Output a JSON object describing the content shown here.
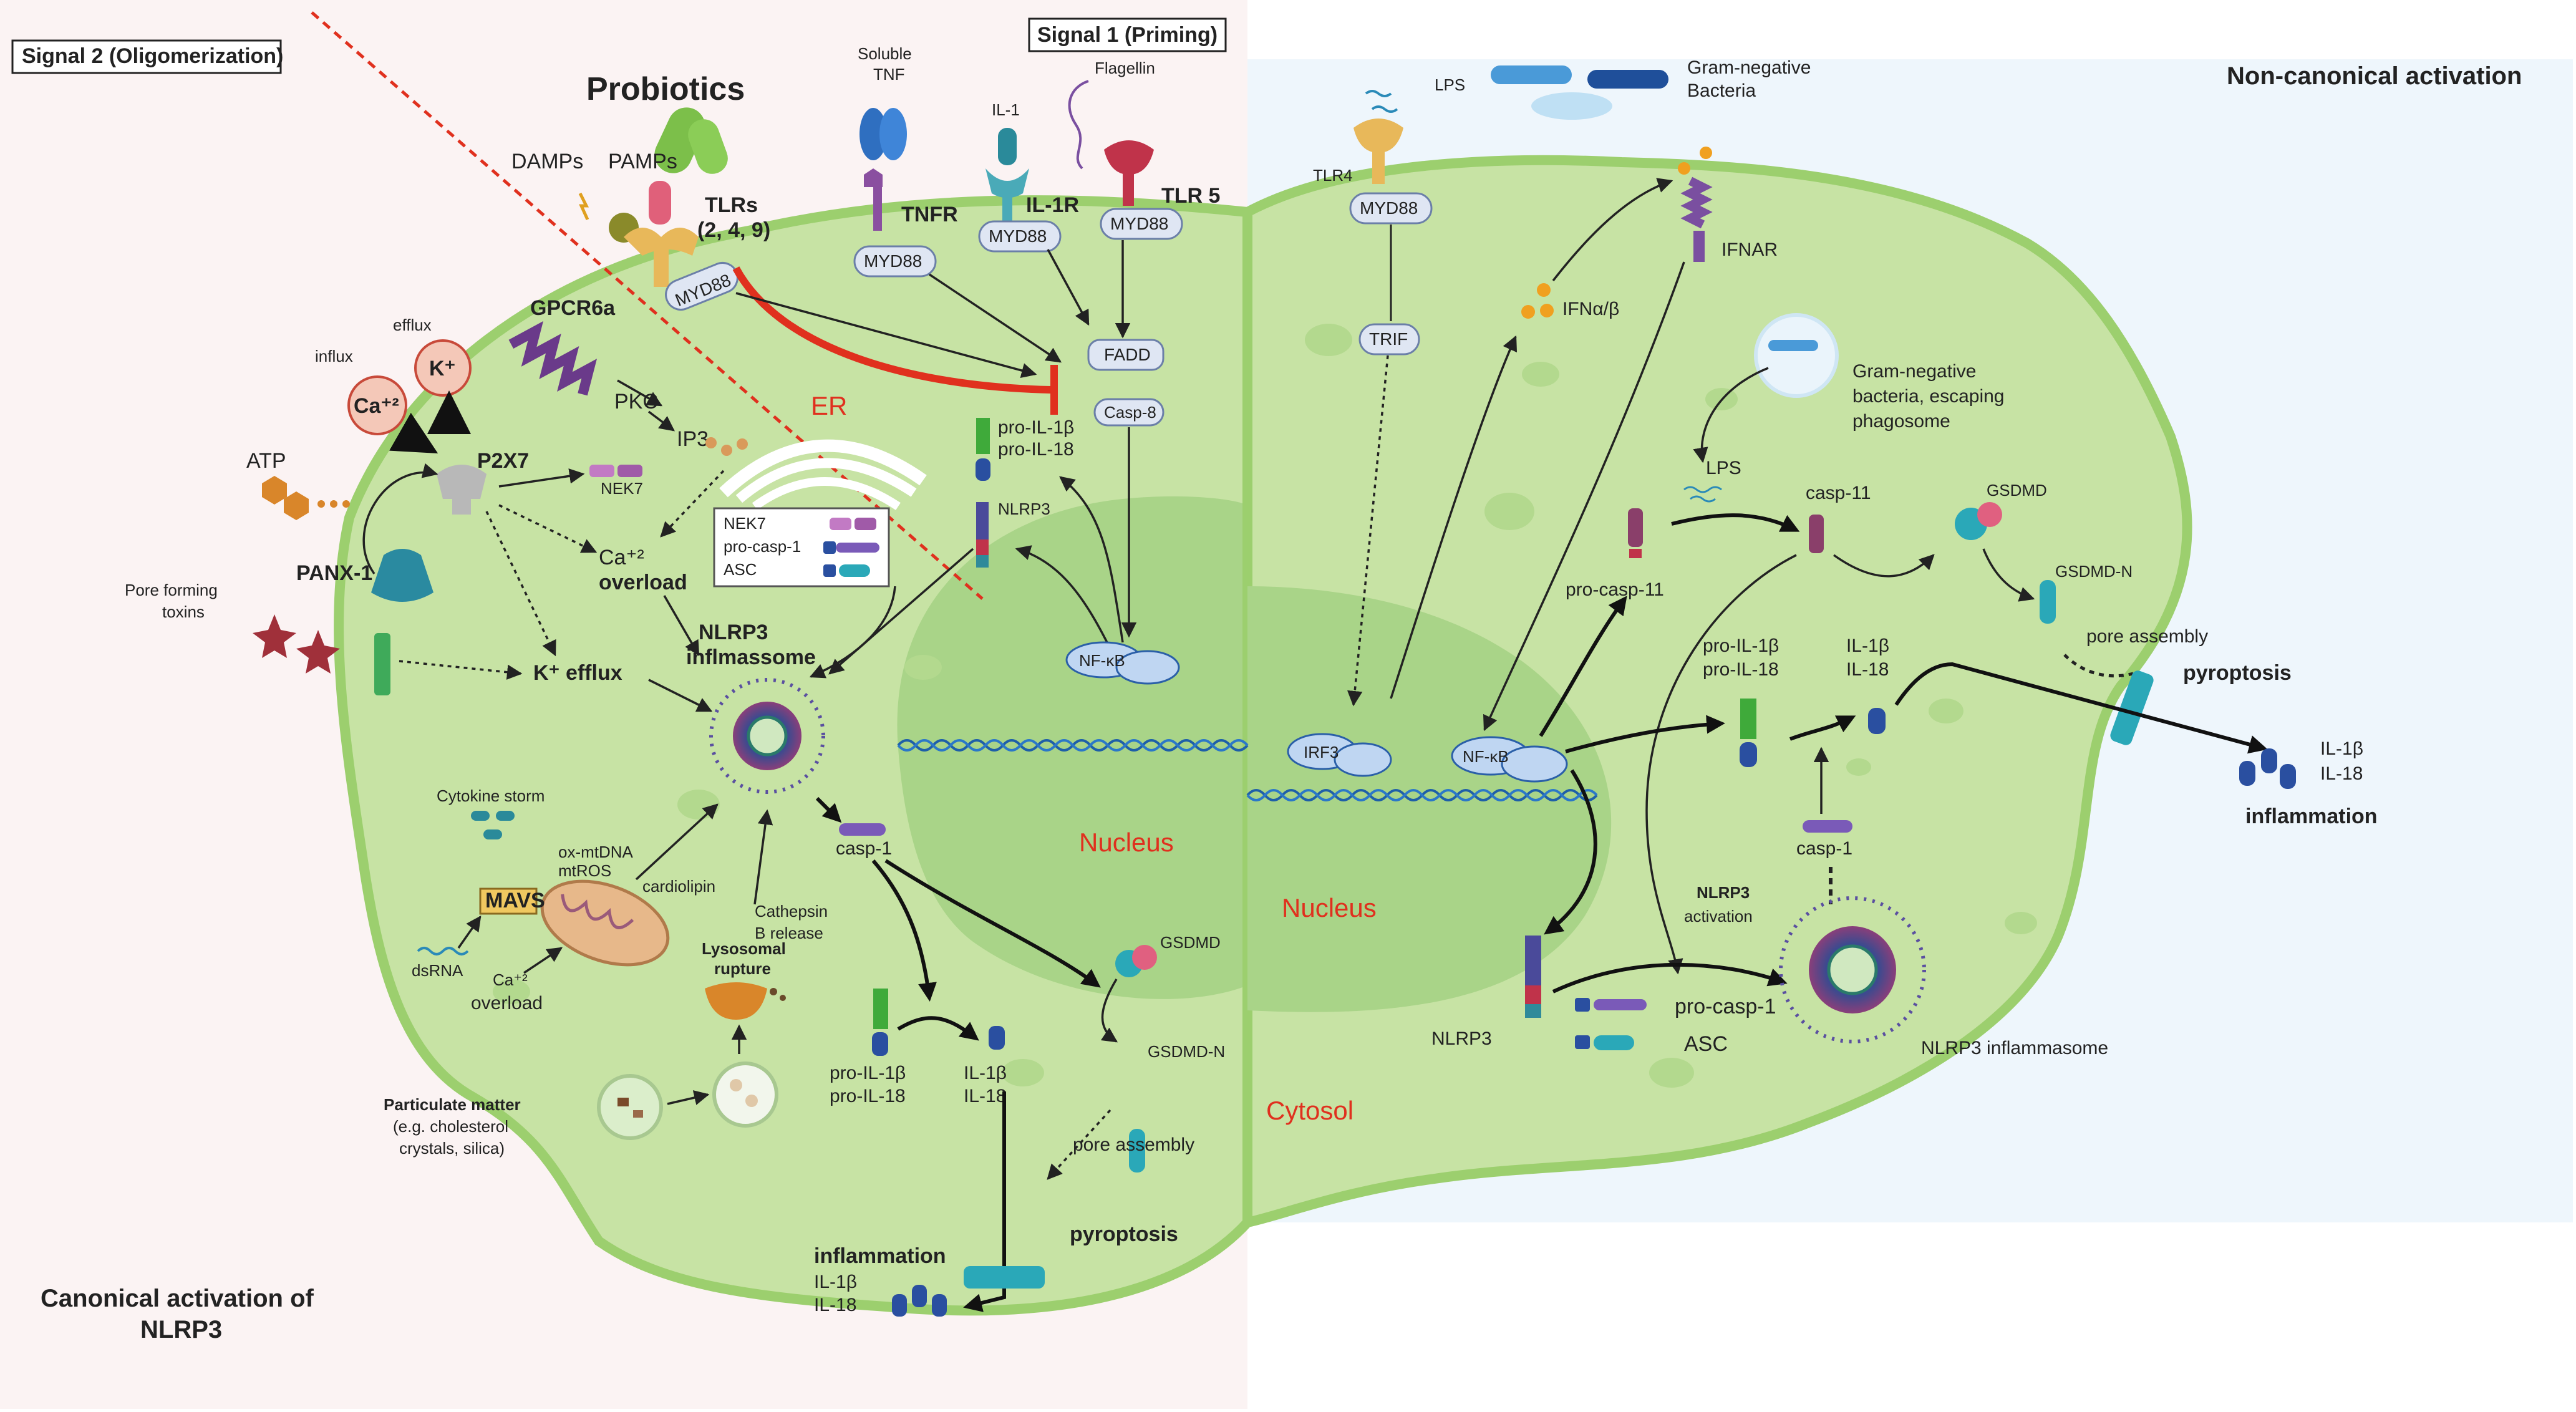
{
  "left_panel": {
    "signal2_box": "Signal 2 (Oligomerization)",
    "signal1_box": "Signal 1 (Priming)",
    "probiotics": "Probiotics",
    "damps": "DAMPs",
    "pamps": "PAMPs",
    "tlrs": "TLRs",
    "tlrs_sub": "(2, 4, 9)",
    "soluble": "Soluble",
    "tnf": "TNF",
    "il1": "IL-1",
    "flagellin": "Flagellin",
    "tnfr": "TNFR",
    "il1r": "IL-1R",
    "tlr5": "TLR 5",
    "myd88": "MYD88",
    "fadd": "FADD",
    "casp8": "Casp-8",
    "gpcr6a": "GPCR6a",
    "efflux": "efflux",
    "influx": "influx",
    "k_ion": "K⁺",
    "ca_ion": "Ca⁺²",
    "pkc": "PKC",
    "ip3": "IP3",
    "er": "ER",
    "atp": "ATP",
    "p2x7": "P2X7",
    "nek7": "NEK7",
    "panx1": "PANX-1",
    "pore_toxins_1": "Pore forming",
    "pore_toxins_2": "toxins",
    "ca_overload_1": "Ca⁺²",
    "ca_overload_2": "overload",
    "k_efflux": "K⁺ efflux",
    "er_box_nek7": "NEK7",
    "er_box_procasp1": "pro-casp-1",
    "er_box_asc": "ASC",
    "pro_il1b": "pro-IL-1β",
    "pro_il18": "pro-IL-18",
    "nlrp3": "NLRP3",
    "inflammasome_1": "NLRP3",
    "inflammasome_2": "inflmassome",
    "nfkb": "NF-κB",
    "nucleus": "Nucleus",
    "cytokine_storm": "Cytokine storm",
    "ox_mtdna": "ox-mtDNA",
    "mtros": "mtROS",
    "cardiolipin": "cardiolipin",
    "mavs": "MAVS",
    "dsrna": "dsRNA",
    "ca_overload_m1": "Ca⁺²",
    "ca_overload_m2": "overload",
    "cathepsin_1": "Cathepsin",
    "cathepsin_2": "B release",
    "lysosomal_1": "Lysosomal",
    "lysosomal_2": "rupture",
    "casp1": "casp-1",
    "gsdmd": "GSDMD",
    "gsdmd_n": "GSDMD-N",
    "pore_assembly": "pore assembly",
    "pyroptosis": "pyroptosis",
    "pro_il1b_b": "pro-IL-1β",
    "pro_il18_b": "pro-IL-18",
    "il1b": "IL-1β",
    "il18": "IL-18",
    "particulate_1": "Particulate matter",
    "particulate_2": "(e.g. cholesterol",
    "particulate_3": "crystals, silica)",
    "inflammation": "inflammation",
    "infl_il1b": "IL-1β",
    "infl_il18": "IL-18",
    "canonical_1": "Canonical activation of",
    "canonical_2": "NLRP3"
  },
  "right_panel": {
    "title": "Non-canonical  activation",
    "lps_top": "LPS",
    "gram_neg_1": "Gram-negative",
    "gram_neg_2": "Bacteria",
    "tlr4": "TLR4",
    "myd88": "MYD88",
    "trif": "TRIF",
    "ifnar": "IFNAR",
    "ifn": "IFNα/β",
    "gram_escape_1": "Gram-negative",
    "gram_escape_2": "bacteria, escaping",
    "gram_escape_3": "phagosome",
    "lps": "LPS",
    "casp11": "casp-11",
    "pro_casp11": "pro-casp-11",
    "gsdmd": "GSDMD",
    "gsdmd_n": "GSDMD-N",
    "pore_assembly": "pore assembly",
    "pyroptosis": "pyroptosis",
    "pro_il1b": "pro-IL-1β",
    "pro_il18": "pro-IL-18",
    "il1b": "IL-1β",
    "il18": "IL-18",
    "out_il1b": "IL-1β",
    "out_il18": "IL-18",
    "inflammation": "inflammation",
    "irf3": "IRF3",
    "nfkb": "NF-κB",
    "nucleus": "Nucleus",
    "casp1": "casp-1",
    "nlrp3_act_1": "NLRP3",
    "nlrp3_act_2": "activation",
    "nlrp3": "NLRP3",
    "pro_casp1": "pro-casp-1",
    "asc": "ASC",
    "nlrp3_inflammasome": "NLRP3 inflammasome",
    "cytosol": "Cytosol"
  },
  "colors": {
    "cell_fill": "#c7e3a4",
    "cell_border": "#9ccf6e",
    "nucleus_fill": "#a9d488",
    "left_bg": "#fbf3f3",
    "right_bg": "#eef6fc",
    "red": "#e0301e",
    "node_fill": "#dfe6f3",
    "node_stroke": "#6b7fa8"
  }
}
